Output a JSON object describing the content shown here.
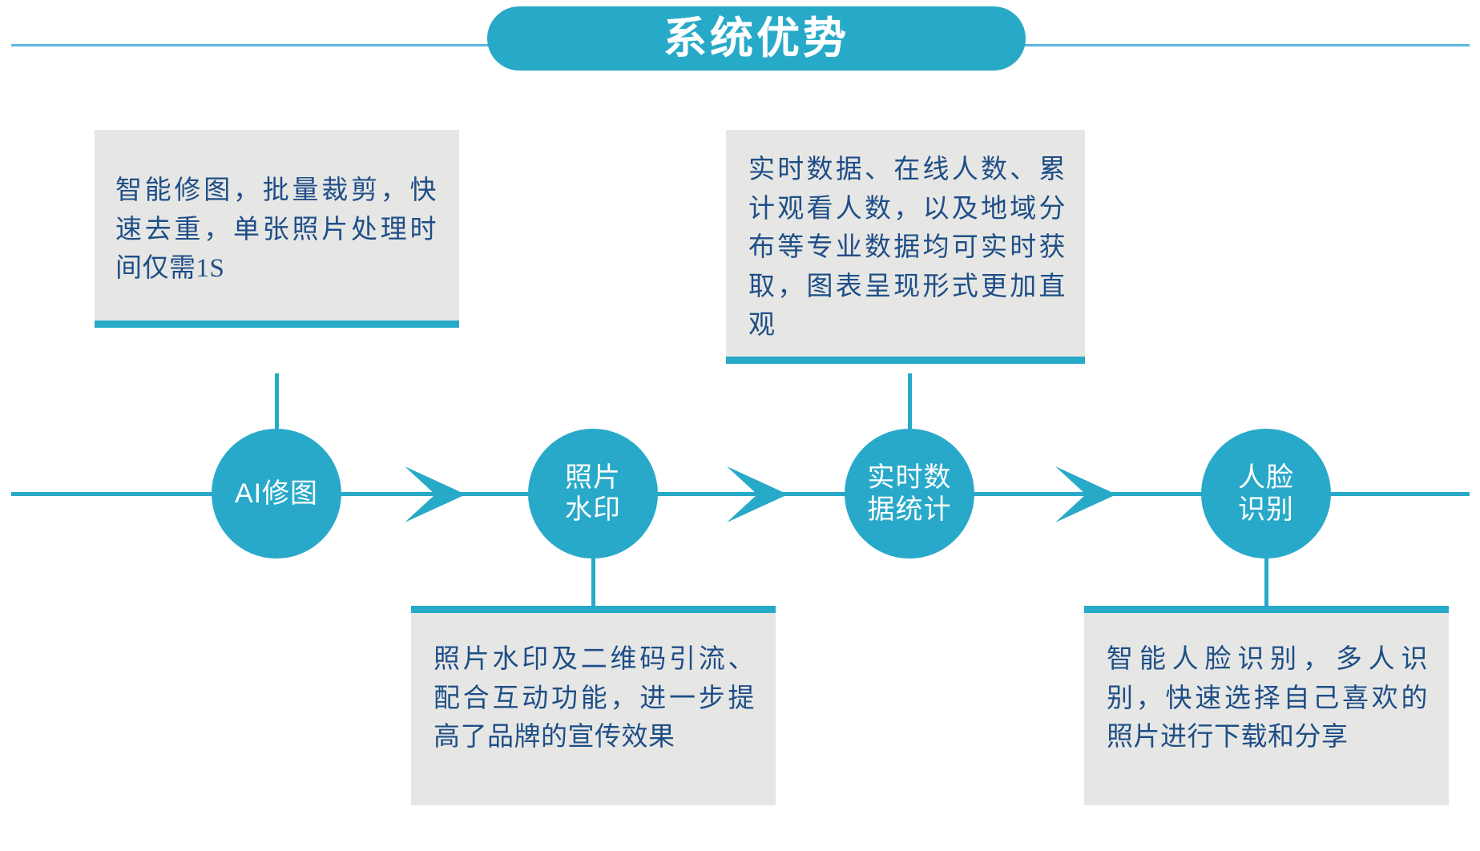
{
  "page": {
    "title": "系统优势",
    "accent_color": "#27a9c8",
    "node_color": "#29a9c9",
    "card_bg_color": "#e6e7e5",
    "card_text_color": "#1f4e87",
    "rule_color": "#58b8dd"
  },
  "nodes": [
    {
      "id": "ai-retouch",
      "label": "AI修图"
    },
    {
      "id": "watermark",
      "label": "照片\n水印"
    },
    {
      "id": "realtime",
      "label": "实时数\n据统计"
    },
    {
      "id": "face",
      "label": "人脸\n识别"
    }
  ],
  "arrows": [
    {
      "id": "arrow-1",
      "from": "ai-retouch",
      "to": "watermark"
    },
    {
      "id": "arrow-2",
      "from": "watermark",
      "to": "realtime"
    },
    {
      "id": "arrow-3",
      "from": "realtime",
      "to": "face"
    }
  ],
  "cards": [
    {
      "id": "card-ai-retouch",
      "node": "ai-retouch",
      "position": "above",
      "text": "智能修图，批量裁剪，快速去重，单张照片处理时间仅需1S"
    },
    {
      "id": "card-realtime",
      "node": "realtime",
      "position": "above",
      "text": "实时数据、在线人数、累计观看人数，以及地域分布等专业数据均可实时获取，图表呈现形式更加直观"
    },
    {
      "id": "card-watermark",
      "node": "watermark",
      "position": "below",
      "text": "照片水印及二维码引流、配合互动功能，进一步提高了品牌的宣传效果"
    },
    {
      "id": "card-face",
      "node": "face",
      "position": "below",
      "text": "智能人脸识别，多人识别，快速选择自己喜欢的照片进行下载和分享"
    }
  ]
}
